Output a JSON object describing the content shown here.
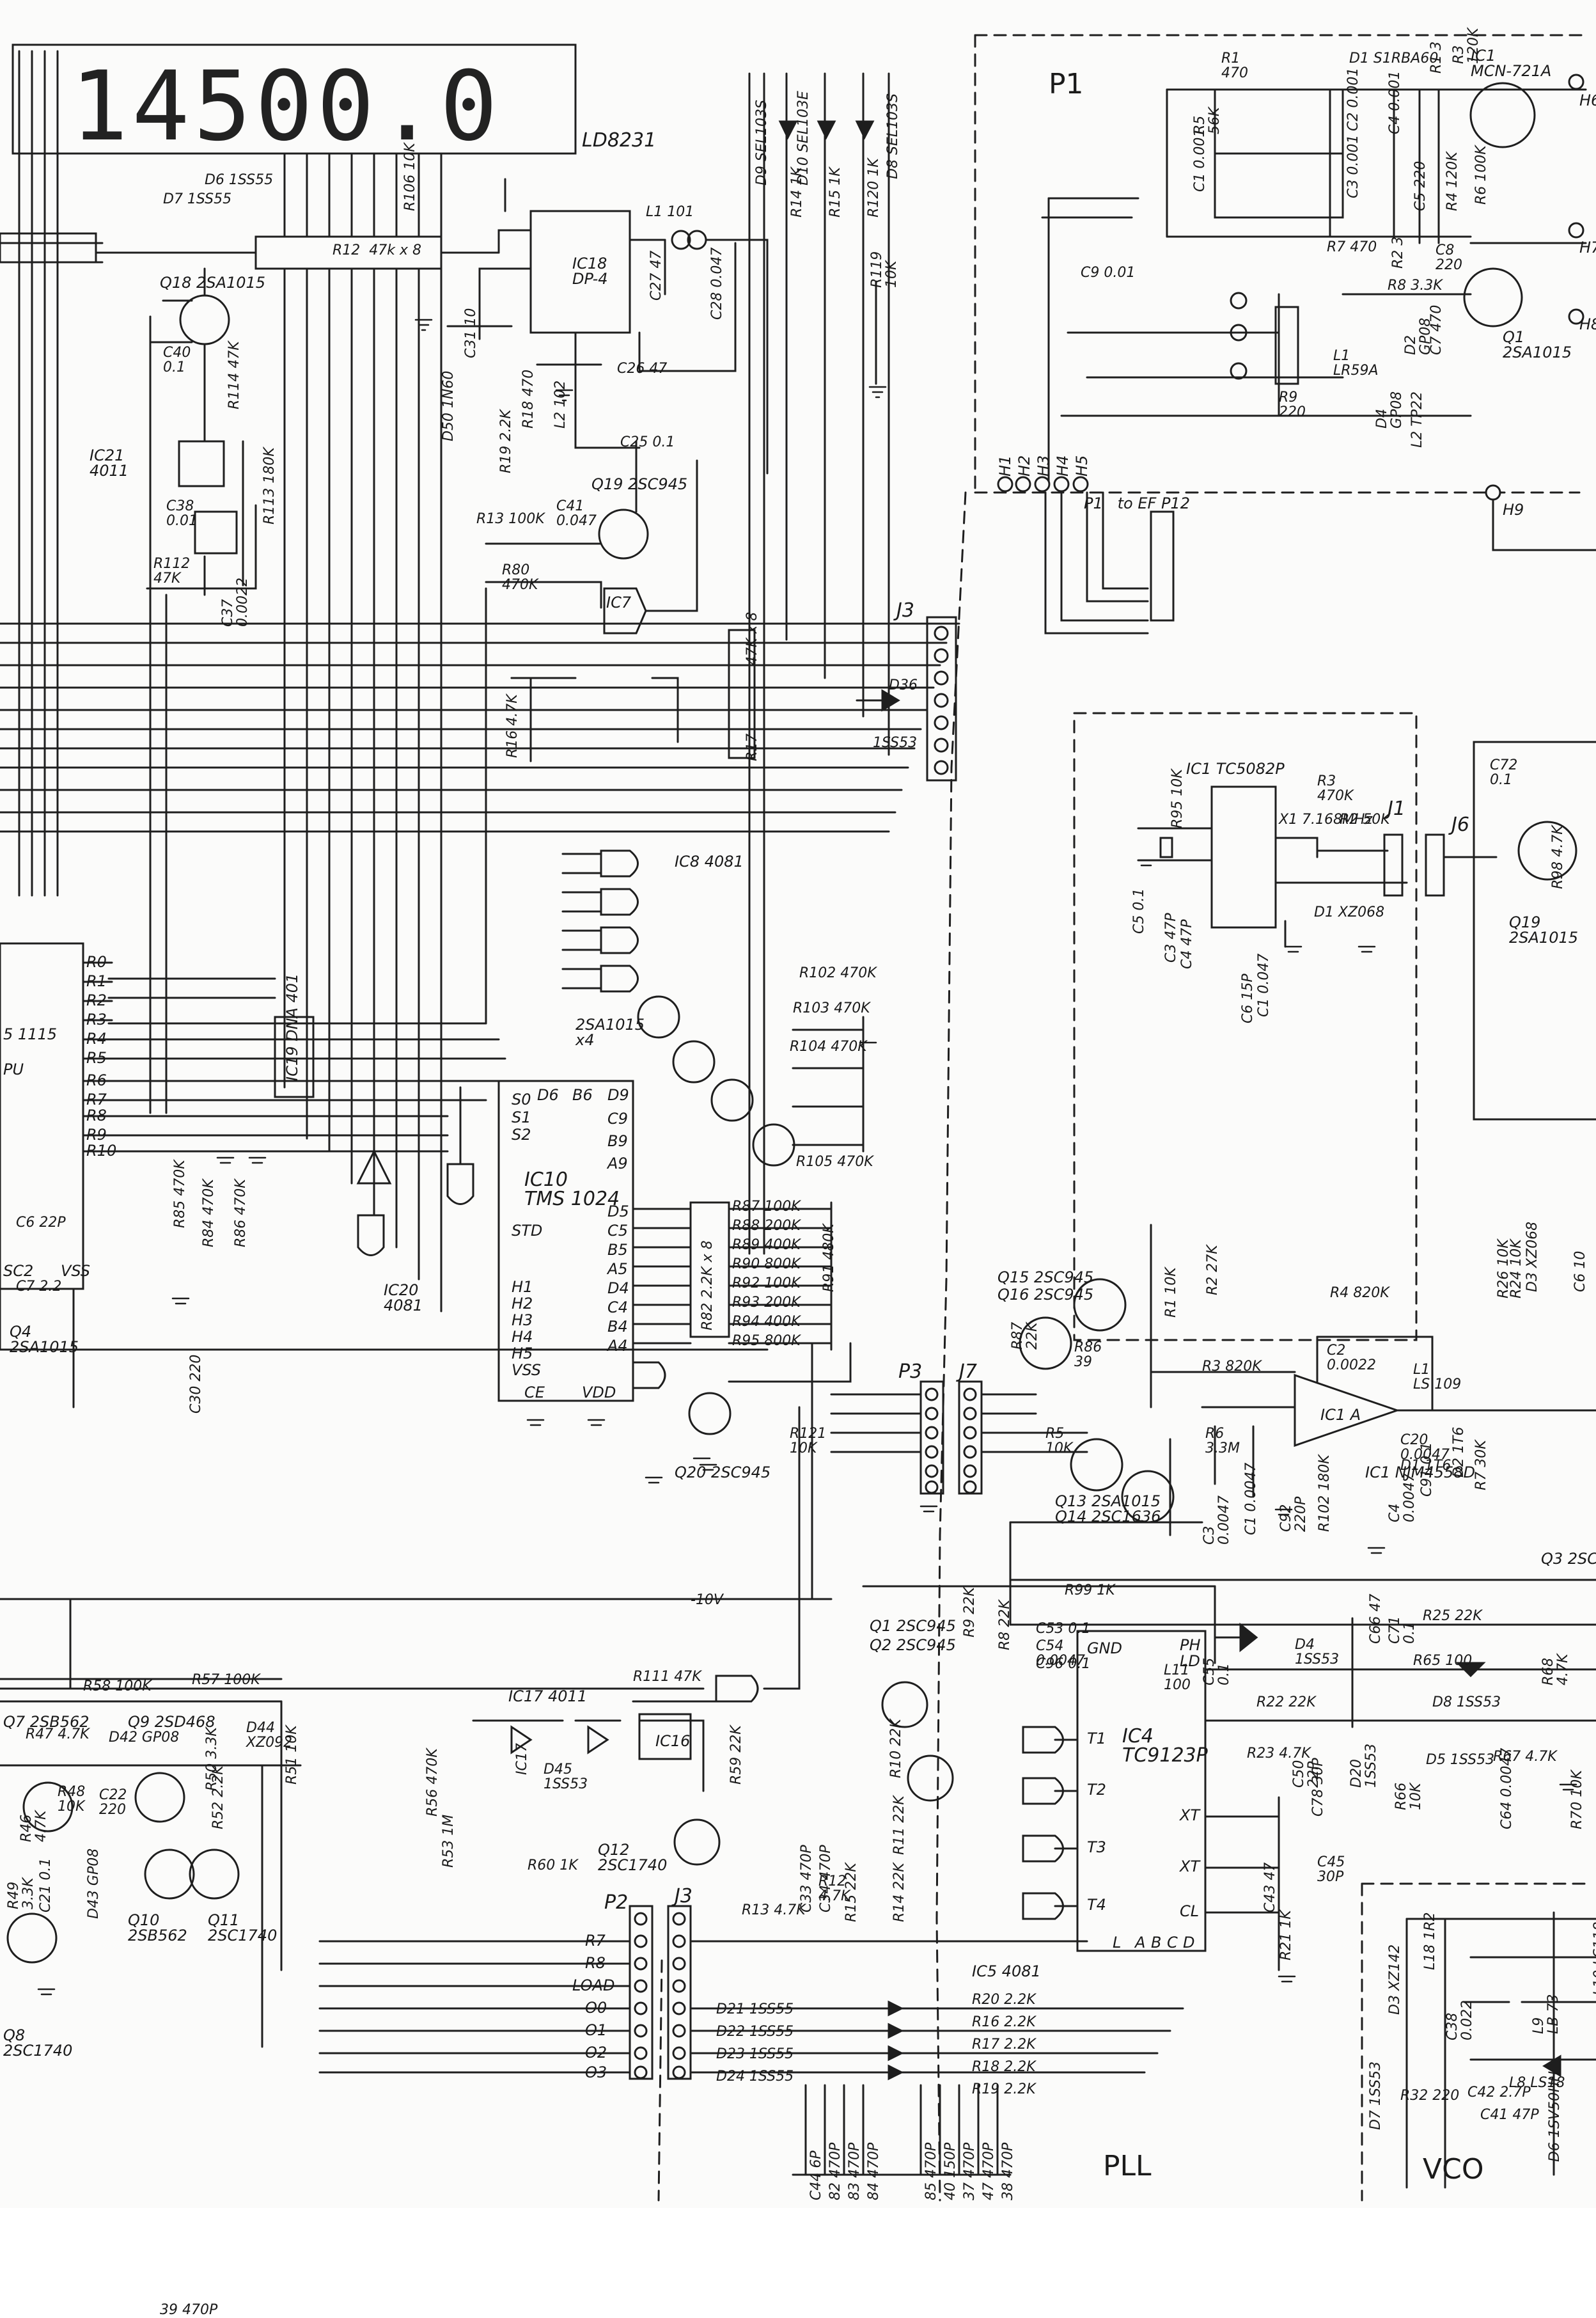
{
  "display": {
    "readout": "14500.0",
    "part": "LD8231"
  },
  "sections": {
    "p1": "P1",
    "pll": "PLL",
    "vco": "VCO"
  },
  "connectors": {
    "j3_top": "J3",
    "j3_bottom": "J3",
    "p2": "P2",
    "p3": "P3",
    "j7": "J7",
    "j1": "J1",
    "j6": "J6",
    "p1_to": "P1   to EF P12",
    "p2_pins": [
      "R7",
      "R8",
      "LOAD",
      "O0",
      "O1",
      "O2",
      "O3"
    ],
    "h_pins": [
      "H1",
      "H2",
      "H3",
      "H4",
      "H5",
      "H6",
      "H7",
      "H8",
      "H9"
    ]
  },
  "ics": {
    "ic18": "IC18\nDP-4",
    "ic21": "IC21\n4011",
    "ic10": "IC10\nTMS 1024",
    "ic8": "IC8 4081",
    "ic19": "IC19 DNA 401",
    "ic20": "IC20\n4081",
    "ic17": "IC17 4011",
    "ic16": "IC16",
    "ic4": "IC4\nTC9123P",
    "ic5": "IC5 4081",
    "ic1_osc": "IC1 TC5082P",
    "ic1a": "IC1 A",
    "ic1_part": "IC1 NJM4558D",
    "ic1_top": "IC1\nMCN-721A",
    "cpu": "5 1115",
    "cpu2": "PU",
    "ic7": "IC7"
  },
  "ic10_pins": [
    "S0",
    "S1",
    "S2",
    "STD",
    "H1",
    "H2",
    "H3",
    "H4",
    "H5",
    "VSS",
    "D9",
    "C9",
    "B9",
    "A9",
    "D5",
    "C5",
    "B5",
    "A5",
    "D4",
    "C4",
    "B4",
    "A4",
    "CE",
    "VDD",
    "D6",
    "B6"
  ],
  "ic4_pins": [
    "T1",
    "T2",
    "T3",
    "T4",
    "XT",
    "XT",
    "CL",
    "PH",
    "LD",
    "GND",
    "L",
    "A",
    "B",
    "C",
    "D"
  ],
  "cpu_pins": [
    "R0",
    "R1",
    "R2",
    "R3",
    "R4",
    "R5",
    "R6",
    "R7",
    "R8",
    "R9",
    "R10",
    "SC2",
    "VSS"
  ],
  "transistors": {
    "q18": "Q18 2SA1015",
    "q19": "Q19 2SC945",
    "q13x4": "2SA1015\nx4",
    "q20": "Q20 2SC945",
    "q4": "Q4\n2SA1015",
    "q7": "Q7 2SB562",
    "q9": "Q9 2SD468",
    "q10": "Q10\n2SB562",
    "q11": "Q11\n2SC1740",
    "q8": "Q8\n2SC1740",
    "q12": "Q12\n2SC1740",
    "q1_pll": "Q1 2SC945",
    "q2_pll": "Q2 2SC945",
    "q15": "Q15 2SC945",
    "q16": "Q16 2SC945",
    "q13_14": "Q13 2SA1015\nQ14 2SC1636",
    "q1_p1": "Q1\n2SA1015",
    "q19_right": "Q19\n2SA1015",
    "q3": "Q3 2SC"
  },
  "components": [
    "D6 1SS55",
    "D7 1SS55",
    "R12  47k x 8",
    "R106 10K",
    "L1 101",
    "C27 47",
    "C28 0.047",
    "C26 47",
    "C25 0.1",
    "C40\n0.1",
    "R114 47K",
    "C38\n0.01",
    "R113 180K",
    "R112\n47K",
    "C37\n0.0022",
    "R80\n470K",
    "R13 100K",
    "C41\n0.047",
    "D50 1N60",
    "C31 10",
    "R18 470",
    "L2 102",
    "R19 2.2K",
    "R16 4.7K",
    "R17",
    "47K x 8",
    "D36",
    "1SS53",
    "R102 470K",
    "R103 470K",
    "R104 470K",
    "R105 470K",
    "R121\n10K",
    "R85 470K",
    "R84 470K",
    "R86 470K",
    "C6 22P",
    "C7 2.2",
    "C30 220",
    "D9 SEL103S",
    "D10 SEL103E",
    "D8 SEL103S",
    "R14 1K",
    "R15 1K",
    "R120 1K",
    "R119\n10K",
    "R87 100K",
    "R88 200K",
    "R89 400K",
    "R90 800K",
    "R92 100K",
    "R93 200K",
    "R94 400K",
    "R95 800K",
    "R82 2.2K x 8",
    "R91 480K",
    "-10V",
    "R58 100K",
    "R57 100K",
    "R47 4.7K",
    "D42 GP08",
    "D44\nXZ092",
    "R48\n10K",
    "C22\n220",
    "R50 3.3K",
    "R52 2.2K",
    "R51 10K",
    "R46\n4.7K",
    "R49\n3.3K",
    "C21 0.1",
    "D43 GP08",
    "R111 47K",
    "IC17",
    "D45\n1SS53",
    "R56 470K",
    "R53 1M",
    "R60 1K",
    "R59 22K",
    "R13 4.7K",
    "R12\n4.7K",
    "C33 470P",
    "C34 470P",
    "R15 22K",
    "R14 22K",
    "R10 22K",
    "R11 22K",
    "R9 22K",
    "R8 22K",
    "C53 0.1",
    "C54\n0.0047",
    "C96 0.1",
    "L11\n100",
    "C55\n0.1",
    "D4\n1SS53",
    "R99 1K",
    "R22 22K",
    "R23 4.7K",
    "C50\n22P",
    "D20\n1SS53",
    "C78 30P",
    "C45\n30P",
    "C43 47",
    "R21 1K",
    "R20 2.2K",
    "R16 2.2K",
    "R17 2.2K",
    "R18 2.2K",
    "R19 2.2K",
    "D21 1SS55",
    "D22 1SS55",
    "D23 1SS55",
    "D24 1SS55",
    "R87\n22K",
    "R86\n39",
    "R1 10K",
    "R2 27K",
    "R3 820K",
    "R4 820K",
    "C2\n0.0022",
    "L1\nLS 109",
    "R5\n10K",
    "R6\n3.3M",
    "C3\n0.0047",
    "C1 0.0047",
    "C92\n220P",
    "R102 180K",
    "C4\n0.0047",
    "C91 0.1",
    "C20\n0.0047",
    "D1 1T6",
    "D2 1T6",
    "R7 30K",
    "R26 10K",
    "R24 10K",
    "D3 XZ068",
    "C6 10",
    "R25 22K",
    "R65 100",
    "D8 1SS53",
    "D5 1SS53",
    "R67 4.7K",
    "R68\n4.7K",
    "R66\n10K",
    "C64 0.0047",
    "R70 10K",
    "C66 47",
    "C71\n0.1",
    "C72\n0.1",
    "R98 4.7K",
    "R95 10K",
    "X1 7.168MHz",
    "R3\n470K",
    "R2 50K",
    "C5 0.1",
    "C3 47P",
    "C4 47P",
    "C6 15P",
    "C1 0.047",
    "D1 XZ068",
    "R1\n470",
    "D1 S1RBA60",
    "R1 3",
    "R3\n120K",
    "R5\n56K",
    "C1 0.001",
    "C2 0.001",
    "C3 0.001",
    "C4 0.001",
    "C5 220",
    "R4 120K",
    "R6 100K",
    "R7 470",
    "R2 3",
    "C8\n220",
    "R8 3.3K",
    "C9 0.01",
    "L1\nLR59A",
    "D2\nGP08",
    "C7 470",
    "R9\n220",
    "L2 TP22",
    "D4\nGP08",
    "D3 XZ142",
    "L18 1R2",
    "C38\n0.022",
    "L8 LS18",
    "L9\nLB 73",
    "L10 LS118",
    "R32 220",
    "C42 2.7P",
    "C41 47P",
    "D7 1SS53",
    "D6 1SV50HH",
    "C44 6P",
    "82 470P",
    "83 470P",
    "84 470P",
    "85 470P",
    "40 150P",
    "37 470P",
    "47 470P",
    "38 470P",
    "39 470P"
  ]
}
